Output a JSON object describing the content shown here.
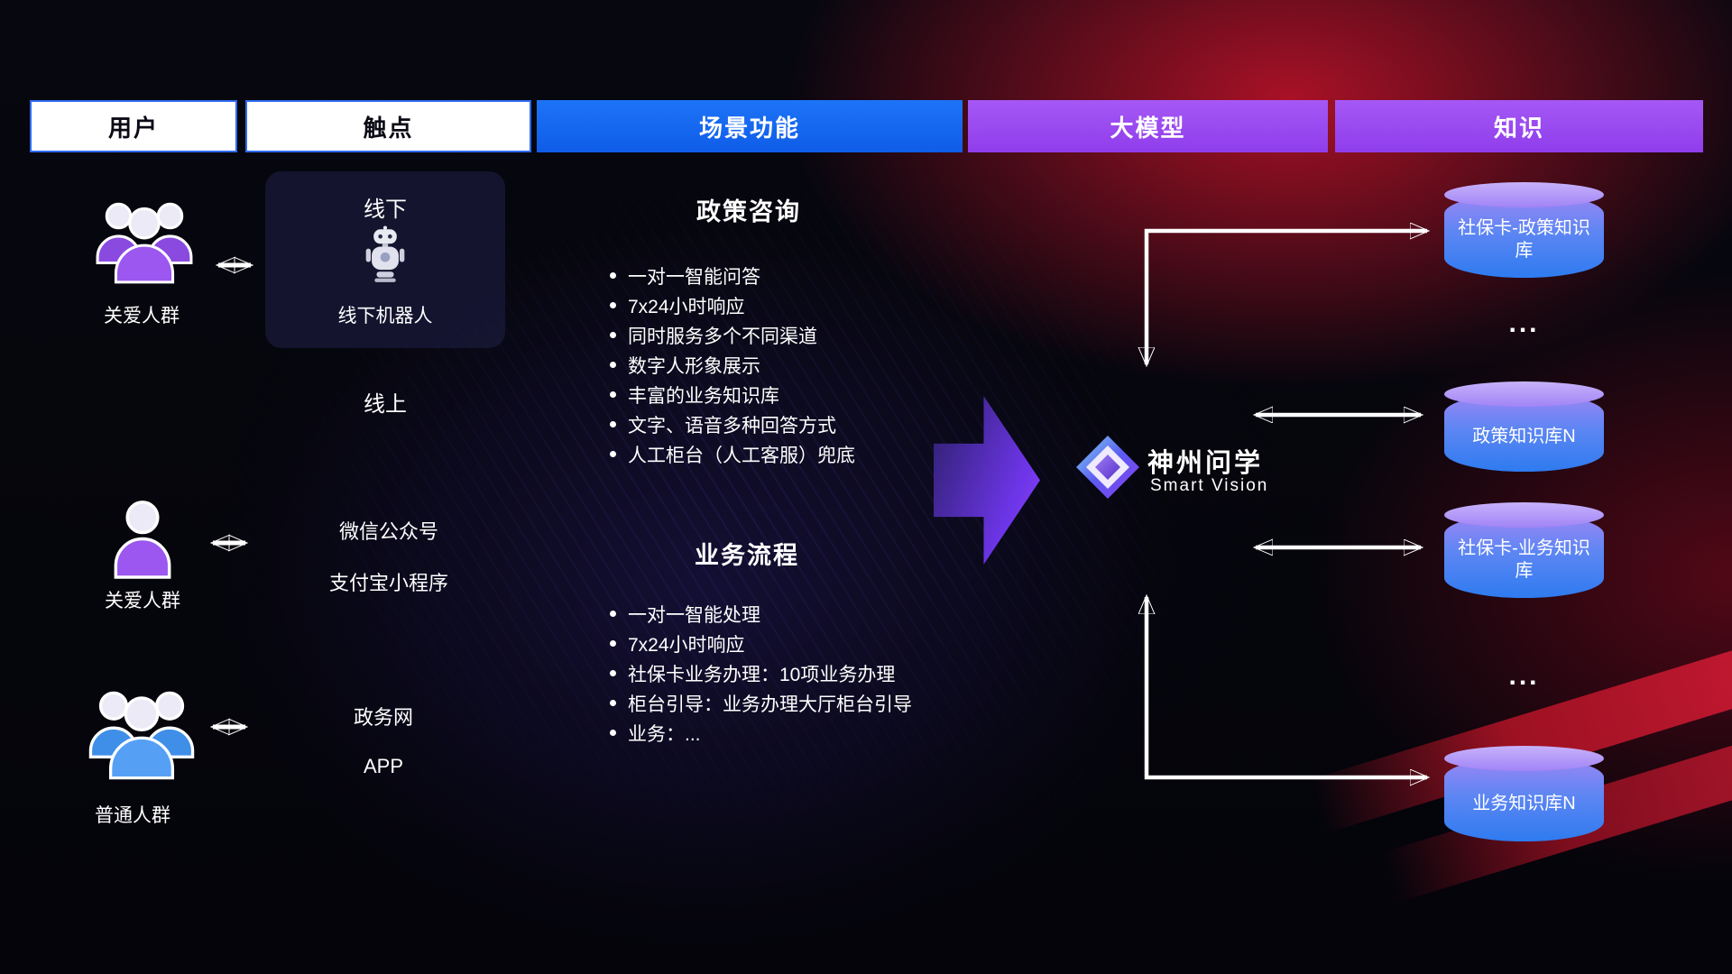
{
  "colors": {
    "background": "#05050d",
    "header_white_bg": "#ffffff",
    "header_blue_bg": "#1668f0",
    "header_purple_bg": "#9a4cf0",
    "accent_purple_arrow": "#8b46f5",
    "db_cap": "#b49df9",
    "db_body_top": "#9c86f5",
    "db_body_bottom": "#2e7bf0",
    "red_glow": "#c01830",
    "user_icon_purple": "#9b57ef",
    "user_icon_blue": "#55a0f5"
  },
  "header": {
    "columns": [
      {
        "label": "用户"
      },
      {
        "label": "触点"
      },
      {
        "label": "场景功能"
      },
      {
        "label": "大模型"
      },
      {
        "label": "知识"
      }
    ]
  },
  "users": [
    {
      "label": "关爱人群",
      "icon": "people-group-purple-icon"
    },
    {
      "label": "关爱人群",
      "icon": "person-purple-icon"
    },
    {
      "label": "普通人群",
      "icon": "people-group-blue-icon"
    }
  ],
  "touchpoints": {
    "offline": {
      "title": "线下",
      "robot_label": "线下机器人"
    },
    "online_title": "线上",
    "wechat": "微信公众号",
    "alipay": "支付宝小程序",
    "gov": "政务网",
    "app": "APP"
  },
  "scenarios": {
    "policy": {
      "title": "政策咨询",
      "items": [
        "一对一智能问答",
        "7x24小时响应",
        "同时服务多个不同渠道",
        "数字人形象展示",
        "丰富的业务知识库",
        "文字、语音多种回答方式",
        "人工柜台（人工客服）兜底"
      ]
    },
    "business": {
      "title": "业务流程",
      "items": [
        "一对一智能处理",
        "7x24小时响应",
        "社保卡业务办理：10项业务办理",
        "柜台引导：业务办理大厅柜台引导",
        "业务：..."
      ]
    }
  },
  "model": {
    "name": "神州问学",
    "subtitle": "Smart Vision"
  },
  "knowledge": {
    "ellipsis": "...",
    "databases": [
      {
        "label": "社保卡-政策知识库"
      },
      {
        "label": "政策知识库N"
      },
      {
        "label": "社保卡-业务知识库"
      },
      {
        "label": "业务知识库N"
      }
    ]
  }
}
